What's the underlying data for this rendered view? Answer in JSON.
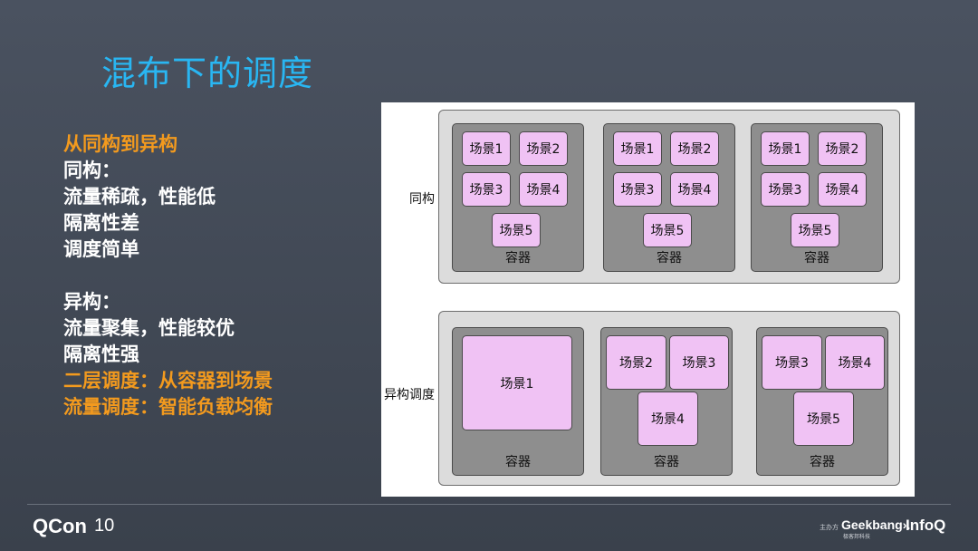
{
  "slide": {
    "title": "混布下的调度",
    "bullets": [
      "从同构到异构",
      "同构：",
      "流量稀疏，性能低",
      "隔离性差",
      "调度简单",
      "异构：",
      "流量聚集，性能较优",
      "隔离性强",
      "二层调度：从容器到场景",
      "流量调度：智能负载均衡"
    ],
    "highlight_color": "#f39a1e",
    "title_color": "#29b6f2"
  },
  "diagram": {
    "homogeneous": {
      "label": "同构",
      "containers": [
        {
          "label": "容器",
          "scenes": [
            "场景1",
            "场景2",
            "场景3",
            "场景4",
            "场景5"
          ]
        },
        {
          "label": "容器",
          "scenes": [
            "场景1",
            "场景2",
            "场景3",
            "场景4",
            "场景5"
          ]
        },
        {
          "label": "容器",
          "scenes": [
            "场景1",
            "场景2",
            "场景3",
            "场景4",
            "场景5"
          ]
        }
      ]
    },
    "heterogeneous": {
      "label": "异构调度",
      "containers": [
        {
          "label": "容器",
          "scenes": [
            "场景1"
          ]
        },
        {
          "label": "容器",
          "scenes": [
            "场景2",
            "场景3",
            "场景4"
          ]
        },
        {
          "label": "容器",
          "scenes": [
            "场景3",
            "场景4",
            "场景5"
          ]
        }
      ]
    },
    "scene_color": "#f0c2f4",
    "container_color": "#8e8e8e"
  },
  "footer": {
    "logo_left": "QCon",
    "logo_left_mark": "10",
    "host_label": "主办方",
    "geekbang": "Geekbang›.",
    "geekbang_sub": "极客邦科技",
    "infoq": "InfoQ"
  }
}
